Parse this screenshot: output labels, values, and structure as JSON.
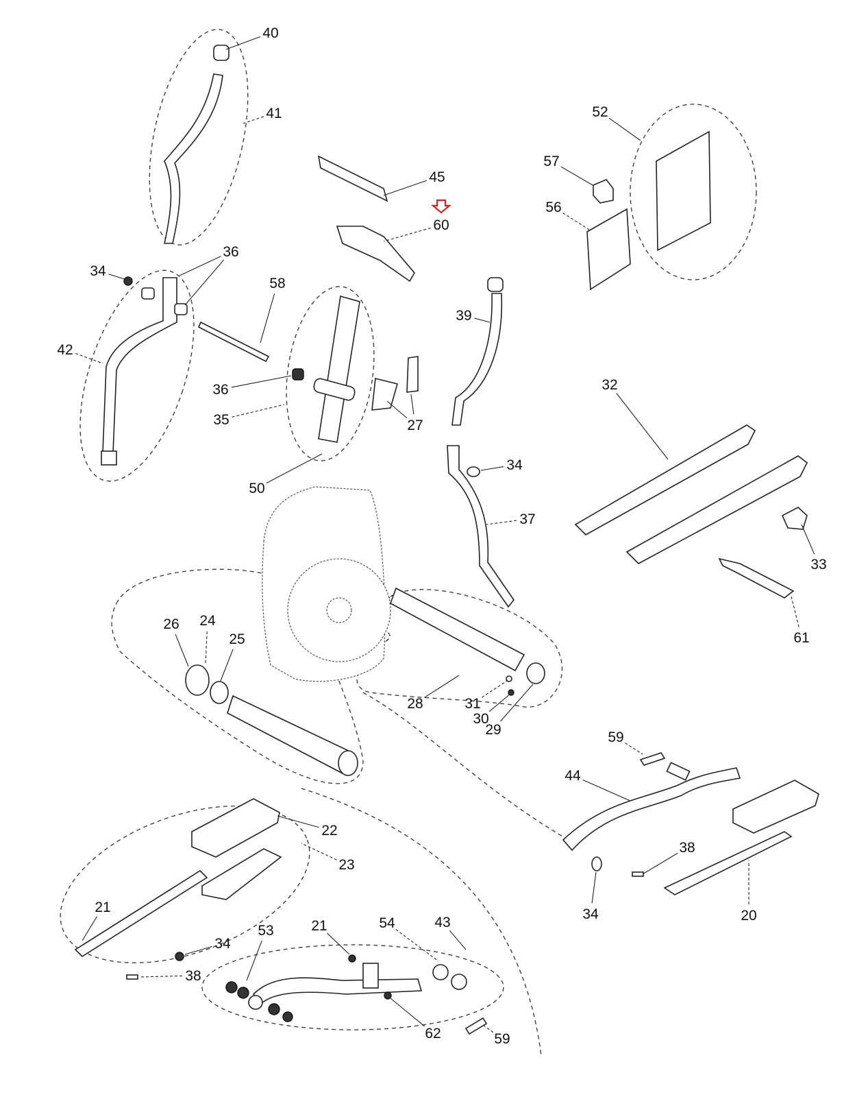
{
  "diagram": {
    "type": "exploded parts diagram",
    "highlight_color": "#e02020",
    "highlighted_part": "60",
    "callouts": [
      {
        "label": "40"
      },
      {
        "label": "41"
      },
      {
        "label": "36"
      },
      {
        "label": "34"
      },
      {
        "label": "42"
      },
      {
        "label": "58"
      },
      {
        "label": "45"
      },
      {
        "label": "60"
      },
      {
        "label": "52"
      },
      {
        "label": "57"
      },
      {
        "label": "56"
      },
      {
        "label": "39"
      },
      {
        "label": "36"
      },
      {
        "label": "35"
      },
      {
        "label": "27"
      },
      {
        "label": "34"
      },
      {
        "label": "37"
      },
      {
        "label": "32"
      },
      {
        "label": "33"
      },
      {
        "label": "61"
      },
      {
        "label": "50"
      },
      {
        "label": "26"
      },
      {
        "label": "24"
      },
      {
        "label": "25"
      },
      {
        "label": "28"
      },
      {
        "label": "31"
      },
      {
        "label": "30"
      },
      {
        "label": "29"
      },
      {
        "label": "59"
      },
      {
        "label": "44"
      },
      {
        "label": "22"
      },
      {
        "label": "23"
      },
      {
        "label": "38"
      },
      {
        "label": "34"
      },
      {
        "label": "20"
      },
      {
        "label": "21"
      },
      {
        "label": "34"
      },
      {
        "label": "38"
      },
      {
        "label": "53"
      },
      {
        "label": "21"
      },
      {
        "label": "54"
      },
      {
        "label": "43"
      },
      {
        "label": "62"
      },
      {
        "label": "59"
      }
    ]
  }
}
